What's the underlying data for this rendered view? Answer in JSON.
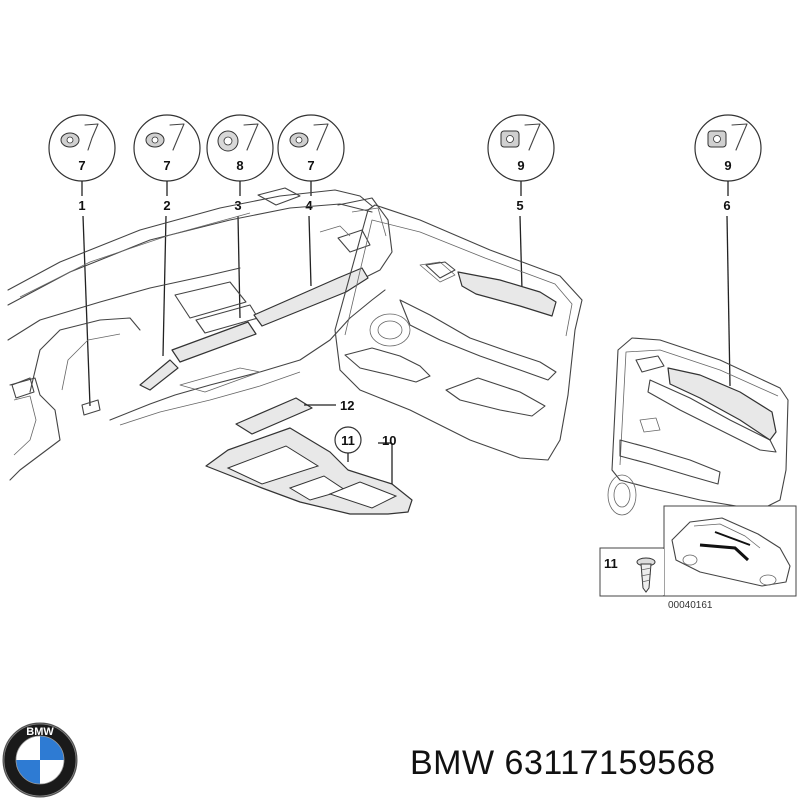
{
  "diagram": {
    "callouts": [
      {
        "id": "c1",
        "label": "1",
        "part": "7"
      },
      {
        "id": "c2",
        "label": "2",
        "part": "7"
      },
      {
        "id": "c3",
        "label": "3",
        "part": "8"
      },
      {
        "id": "c4",
        "label": "4",
        "part": "7"
      },
      {
        "id": "c5",
        "label": "5",
        "part": "9"
      },
      {
        "id": "c6",
        "label": "6",
        "part": "9"
      }
    ],
    "console_callouts": {
      "trim_12": "12",
      "clip_11": "11",
      "panel_10": "10"
    },
    "inset": {
      "screw_label": "11",
      "reference_code": "00040161"
    }
  },
  "footer": {
    "brand_badge_letters": "BMW",
    "part_number_text": "BMW 63117159568"
  }
}
